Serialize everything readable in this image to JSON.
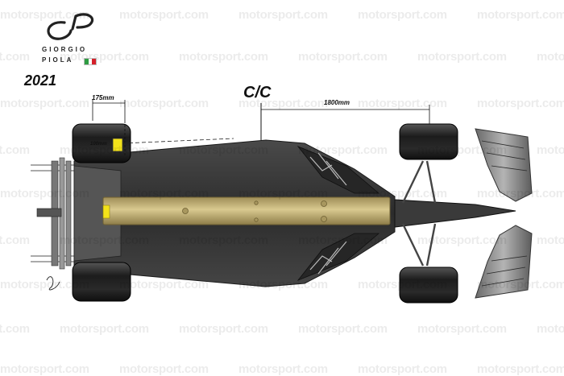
{
  "logo": {
    "line1": "GIORGIO",
    "line2": "PIOLA",
    "flag_colors": [
      "#2e9c42",
      "#ffffff",
      "#d5202a"
    ]
  },
  "year": "2021",
  "annotations": {
    "center_label": "C/C",
    "width_label": "175mm",
    "height_label": "100mm",
    "length_label": "1800mm"
  },
  "watermark": "motorsport.com",
  "colors": {
    "floor": "#3b3b3b",
    "plank": "#c8b57a",
    "tyre": "#1d1d1d",
    "highlight": "#f3e21a"
  }
}
